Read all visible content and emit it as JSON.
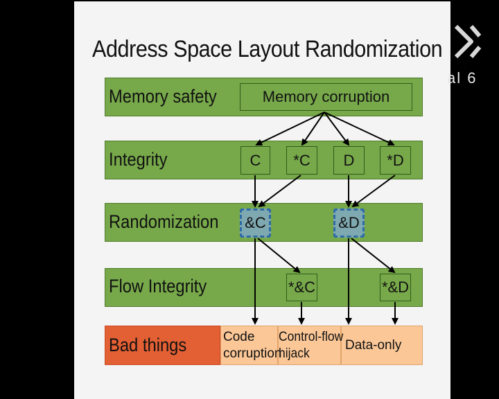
{
  "title": "Address Space Layout Randomization",
  "bands": {
    "memory_safety": "Memory safety",
    "integrity": "Integrity",
    "randomization": "Randomization",
    "flow_integrity": "Flow Integrity",
    "bad_things": "Bad things"
  },
  "nodes": {
    "memory_corruption": "Memory corruption",
    "c": "C",
    "star_c": "*C",
    "d": "D",
    "star_d": "*D",
    "addr_c": "&C",
    "addr_d": "&D",
    "star_addr_c": "*&C",
    "star_addr_d": "*&D"
  },
  "outcomes": {
    "code_corruption": "Code\ncorruption",
    "control_flow_hijack": "Control-flow\nhijack",
    "data_only": "Data-only"
  },
  "logo_text": "al 6",
  "colors": {
    "band_green": "#77a94a",
    "randomized_node": "#7fa9b0",
    "bad_things_red": "#e35f34",
    "outcome_orange": "#fbc797"
  }
}
